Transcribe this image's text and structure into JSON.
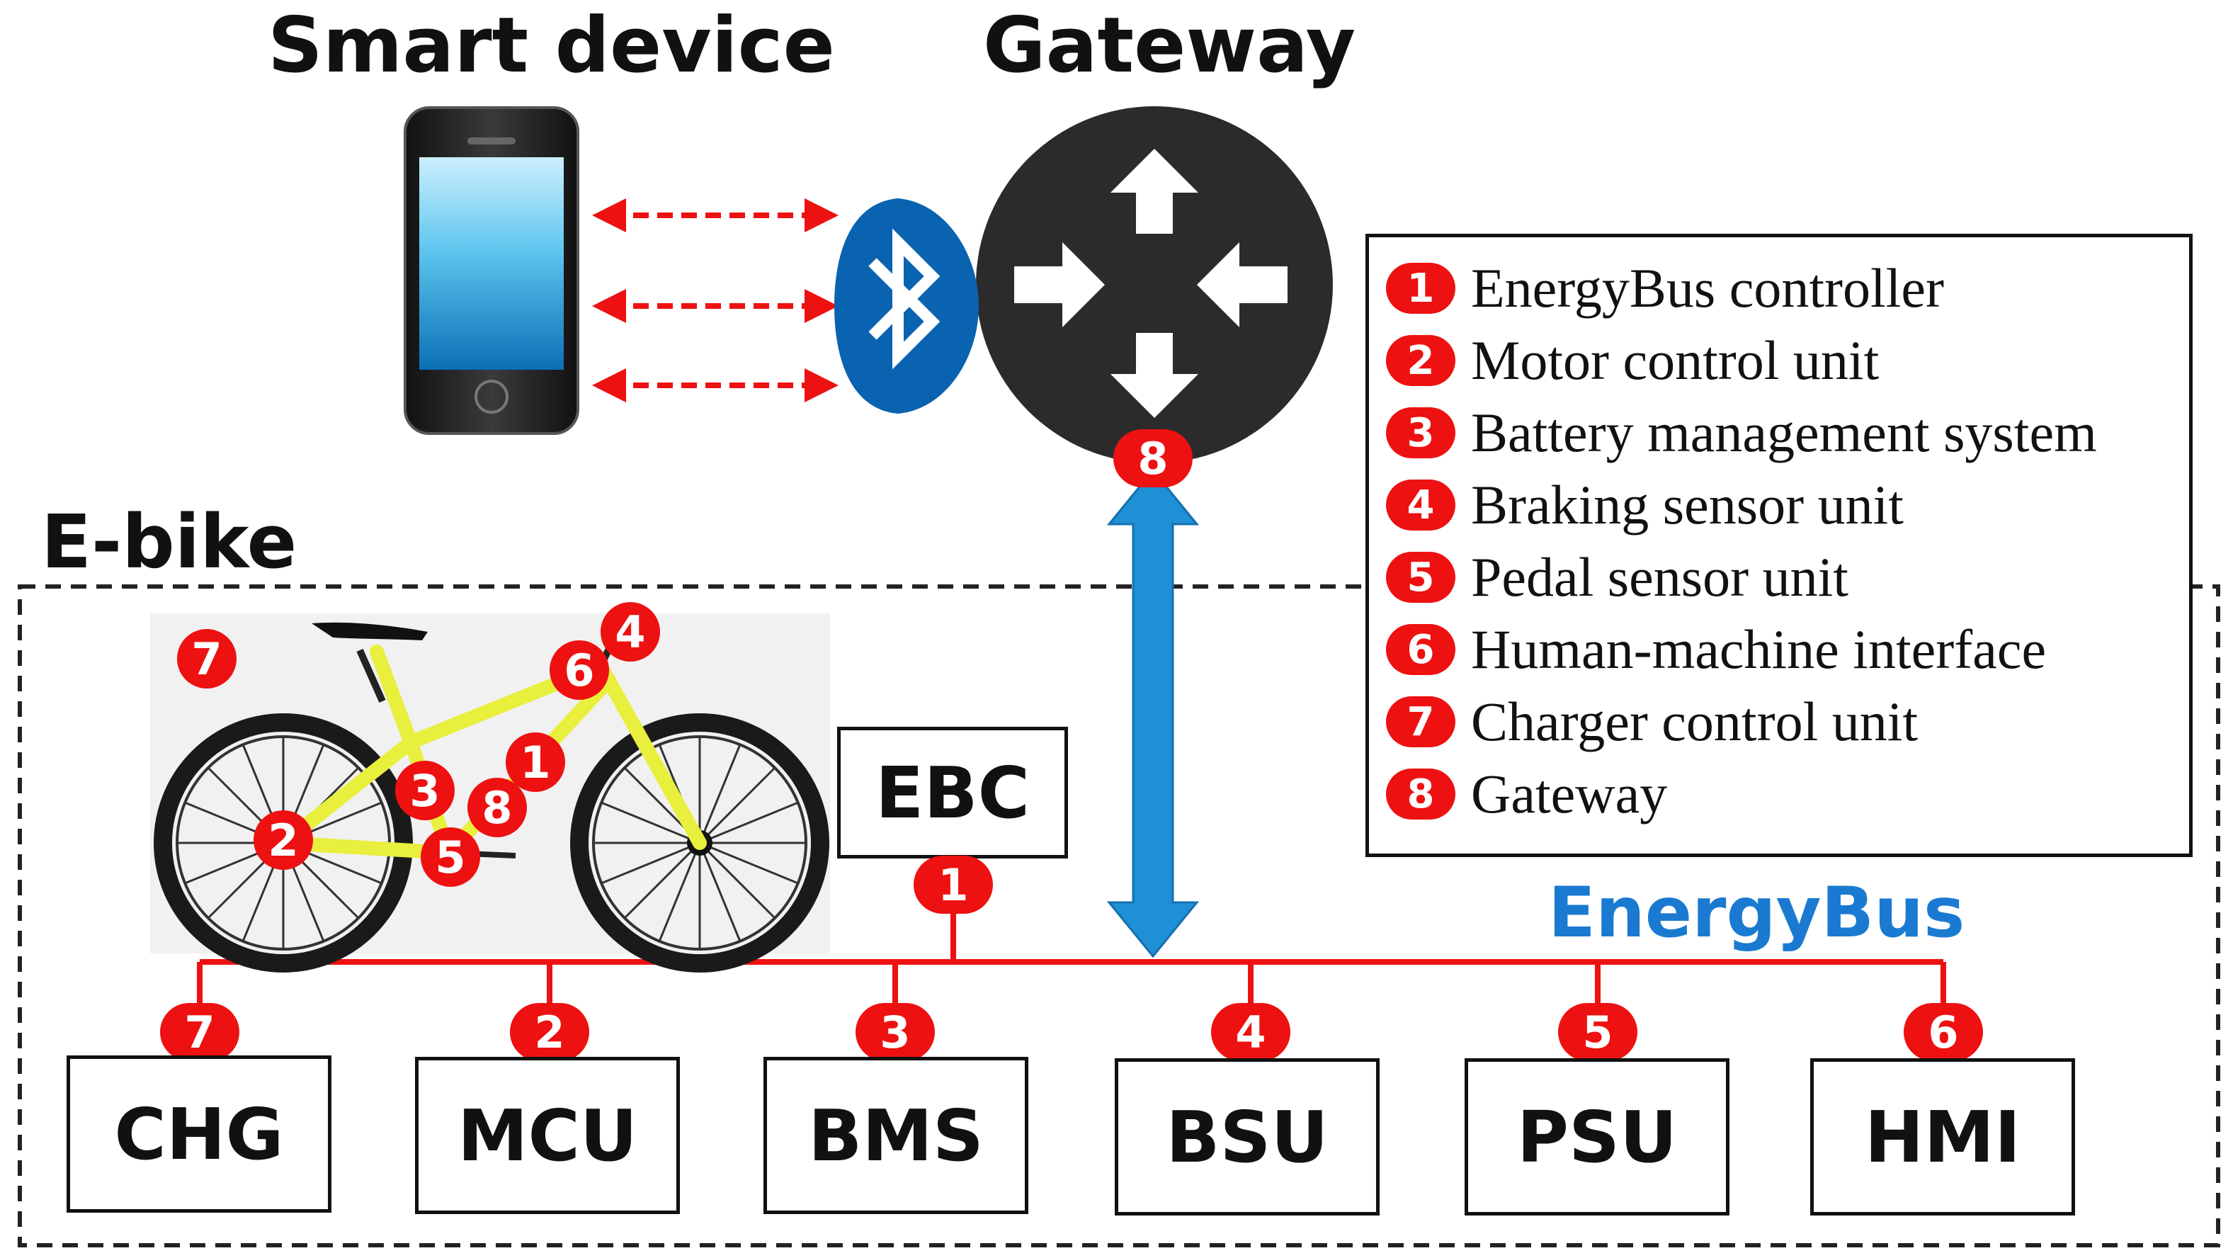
{
  "titles": {
    "smart_device": "Smart device",
    "gateway": "Gateway",
    "ebike": "E-bike"
  },
  "bus_label": "EnergyBus",
  "controller": {
    "label": "EBC",
    "badge": "1"
  },
  "gateway_badge": "8",
  "legend": [
    {
      "num": "1",
      "text": "EnergyBus controller"
    },
    {
      "num": "2",
      "text": "Motor control unit"
    },
    {
      "num": "3",
      "text": "Battery management system"
    },
    {
      "num": "4",
      "text": "Braking sensor unit"
    },
    {
      "num": "5",
      "text": "Pedal sensor unit"
    },
    {
      "num": "6",
      "text": "Human-machine interface"
    },
    {
      "num": "7",
      "text": "Charger control unit"
    },
    {
      "num": "8",
      "text": "Gateway"
    }
  ],
  "units": [
    {
      "num": "7",
      "label": "CHG"
    },
    {
      "num": "2",
      "label": "MCU"
    },
    {
      "num": "3",
      "label": "BMS"
    },
    {
      "num": "4",
      "label": "BSU"
    },
    {
      "num": "5",
      "label": "PSU"
    },
    {
      "num": "6",
      "label": "HMI"
    }
  ],
  "bike_markers": [
    "7",
    "4",
    "6",
    "1",
    "3",
    "8",
    "2",
    "5"
  ],
  "icons": {
    "phone": "smartphone-icon",
    "bluetooth": "bluetooth-icon",
    "gateway": "router-arrows-icon",
    "bike": "bicycle-icon"
  },
  "colors": {
    "bus": "#ee1111",
    "badge": "#ee1111",
    "bluetooth": "#0a63b0",
    "link_arrow": "#1f8fd6",
    "bus_label": "#1a7ad1",
    "gateway_body": "#2b2b2b",
    "bike_frame": "#e8ef3c"
  }
}
